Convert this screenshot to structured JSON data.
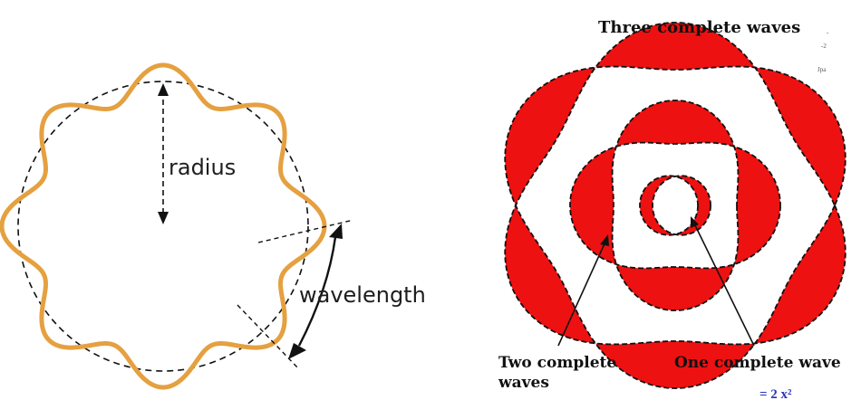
{
  "left_diagram": {
    "radius_label": "radius",
    "wavelength_label": "wavelength",
    "colors": {
      "wave": "#e5a040",
      "circle": "#111111",
      "arrow": "#111111"
    },
    "wave_peaks": 8
  },
  "right_diagram": {
    "title": "Three complete waves",
    "label_two_line1": "Two complete",
    "label_two_line2": "waves",
    "label_one": "One complete wave",
    "corner_text_1": "-",
    "corner_text_2": "-2",
    "corner_text_3": "Jpa",
    "bottom_text": "= 2 x²",
    "colors": {
      "fill": "#ee1111",
      "outline": "#111111"
    },
    "orbits": [
      {
        "name": "inner",
        "waves": 1
      },
      {
        "name": "middle",
        "waves": 2
      },
      {
        "name": "outer",
        "waves": 3
      }
    ]
  }
}
